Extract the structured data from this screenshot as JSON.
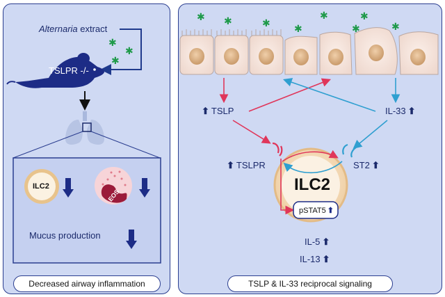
{
  "left_panel": {
    "extract_italic": "Alternaria",
    "extract_rest": " extract",
    "mouse_label": "TSLPR -/-",
    "ilc2_label": "ILC2",
    "eos_label": "EOS",
    "mucus_label": "Mucus production",
    "caption": "Decreased airway inflammation"
  },
  "right_panel": {
    "tslp": "TSLP",
    "il33": "IL-33",
    "tslpr": "TSLPR",
    "st2": "ST2",
    "cell_label": "ILC2",
    "pstat5": "pSTAT5",
    "il5": "IL-5",
    "il13": "IL-13",
    "caption": "TSLP & IL-33 reciprocal signaling"
  },
  "colors": {
    "panel_bg": "#cfd9f3",
    "border": "#2a3d8f",
    "arrow_blue": "#1f3a8c",
    "tslp_red": "#e0365a",
    "il33_cyan": "#2f9fd0",
    "allergen_green": "#1f9a4a"
  }
}
